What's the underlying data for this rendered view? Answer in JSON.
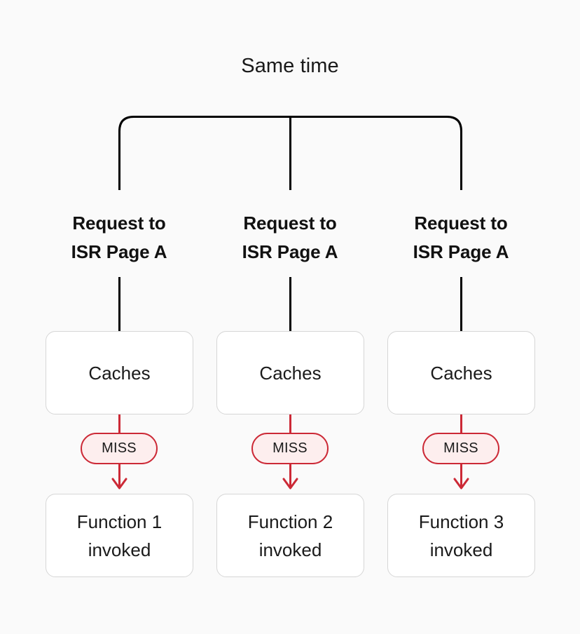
{
  "diagram": {
    "title": "Same time",
    "background_color": "#fafafa",
    "accent_red": "#cc2936",
    "badge_fill": "#fdeeee",
    "box_border_color": "#d6d6d6",
    "box_fill": "#ffffff",
    "line_color": "#000000",
    "columns": [
      {
        "header_line1": "Request to",
        "header_line2": "ISR Page A",
        "cache_label": "Caches",
        "badge_label": "MISS",
        "function_line1": "Function 1",
        "function_line2": "invoked"
      },
      {
        "header_line1": "Request to",
        "header_line2": "ISR Page A",
        "cache_label": "Caches",
        "badge_label": "MISS",
        "function_line1": "Function 2",
        "function_line2": "invoked"
      },
      {
        "header_line1": "Request to",
        "header_line2": "ISR Page A",
        "cache_label": "Caches",
        "badge_label": "MISS",
        "function_line1": "Function 3",
        "function_line2": "invoked"
      }
    ]
  }
}
